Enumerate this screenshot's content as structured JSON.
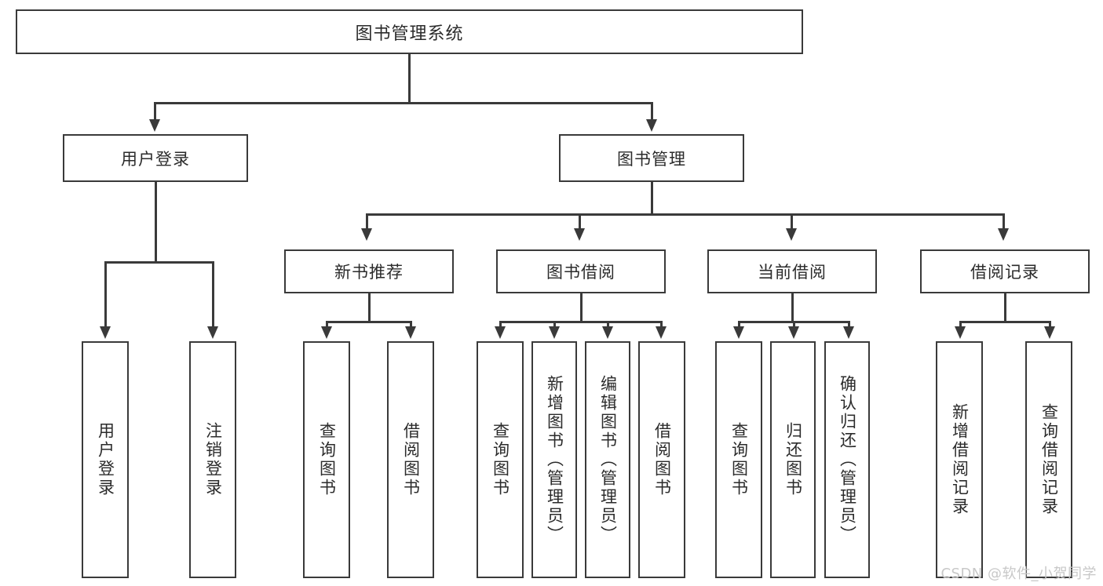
{
  "diagram": {
    "title": "图书管理系统",
    "type": "tree",
    "root": {
      "label": "图书管理系统"
    },
    "level2": [
      {
        "label": "用户登录"
      },
      {
        "label": "图书管理"
      }
    ],
    "level3": [
      {
        "label": "新书推荐"
      },
      {
        "label": "图书借阅"
      },
      {
        "label": "当前借阅"
      },
      {
        "label": "借阅记录"
      }
    ],
    "leaves": {
      "user_login": [
        {
          "label": "用户登录"
        },
        {
          "label": "注销登录"
        }
      ],
      "new_book_recommend": [
        {
          "label": "查询图书"
        },
        {
          "label": "借阅图书"
        }
      ],
      "book_borrow": [
        {
          "label": "查询图书"
        },
        {
          "label": "新增图书（管理员）"
        },
        {
          "label": "编辑图书（管理员）"
        },
        {
          "label": "借阅图书"
        }
      ],
      "current_borrow": [
        {
          "label": "查询图书"
        },
        {
          "label": "归还图书"
        },
        {
          "label": "确认归还（管理员）"
        }
      ],
      "borrow_record": [
        {
          "label": "新增借阅记录"
        },
        {
          "label": "查询借阅记录"
        }
      ]
    }
  },
  "watermark": {
    "text": "CSDN @软件_小贺同学"
  },
  "colors": {
    "stroke": "#3a3a3a",
    "text": "#2b2b2b",
    "background": "#ffffff",
    "watermark": "#c8c8c8"
  }
}
